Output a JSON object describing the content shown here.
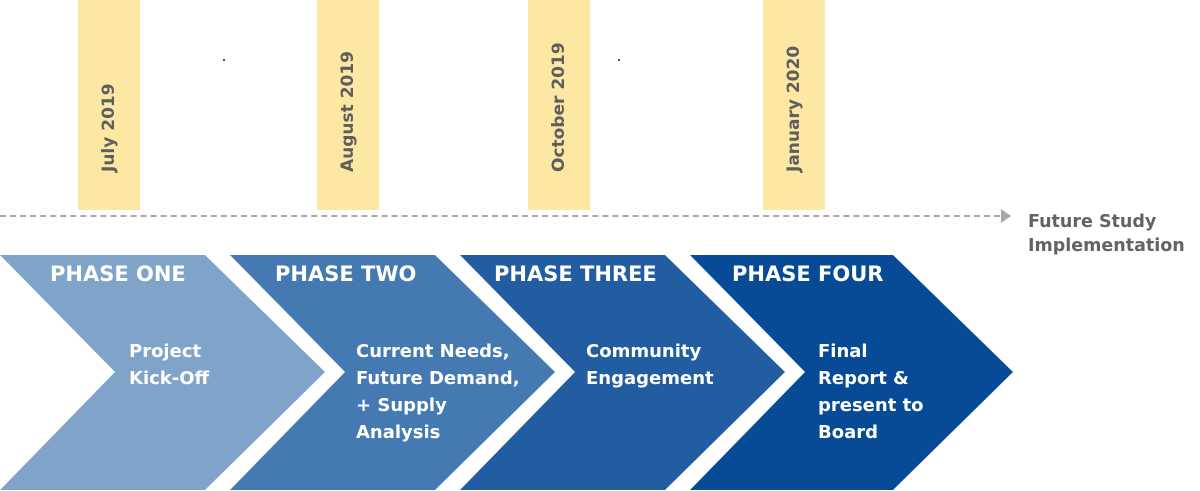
{
  "milestones": [
    {
      "label": "July 2019"
    },
    {
      "label": "August 2019"
    },
    {
      "label": "October 2019"
    },
    {
      "label": "January 2020"
    }
  ],
  "future": {
    "line1": "Future Study",
    "line2": "Implementation"
  },
  "phases": [
    {
      "title": "PHASE ONE",
      "description": "Project\nKick-Off",
      "color": "#7fa3c9"
    },
    {
      "title": "PHASE TWO",
      "description": "Current Needs,\nFuture Demand,\n+ Supply\nAnalysis",
      "color": "#4479b2"
    },
    {
      "title": "PHASE THREE",
      "description": "Community\nEngagement",
      "color": "#215da0"
    },
    {
      "title": "PHASE FOUR",
      "description": "Final\nReport &\npresent to\nBoard",
      "color": "#074b97"
    }
  ]
}
